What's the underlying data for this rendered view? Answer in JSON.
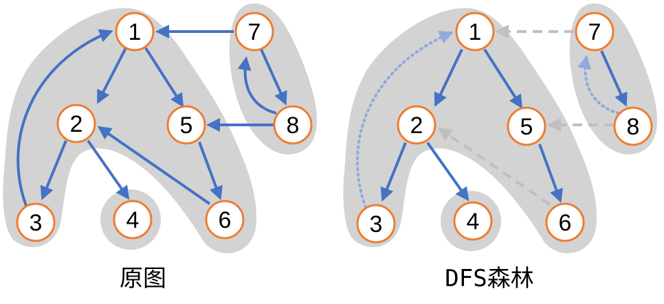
{
  "colors": {
    "edge": "#4472c4",
    "back_edge": "#8faadc",
    "cross_edge": "#bfbfbf",
    "node_border": "#ed7d31",
    "region": "#d3d3d3"
  },
  "left": {
    "caption": "原图",
    "nodes": [
      "1",
      "2",
      "3",
      "4",
      "5",
      "6",
      "7",
      "8"
    ]
  },
  "right": {
    "caption": "DFS森林",
    "nodes": [
      "1",
      "2",
      "3",
      "4",
      "5",
      "6",
      "7",
      "8"
    ]
  }
}
